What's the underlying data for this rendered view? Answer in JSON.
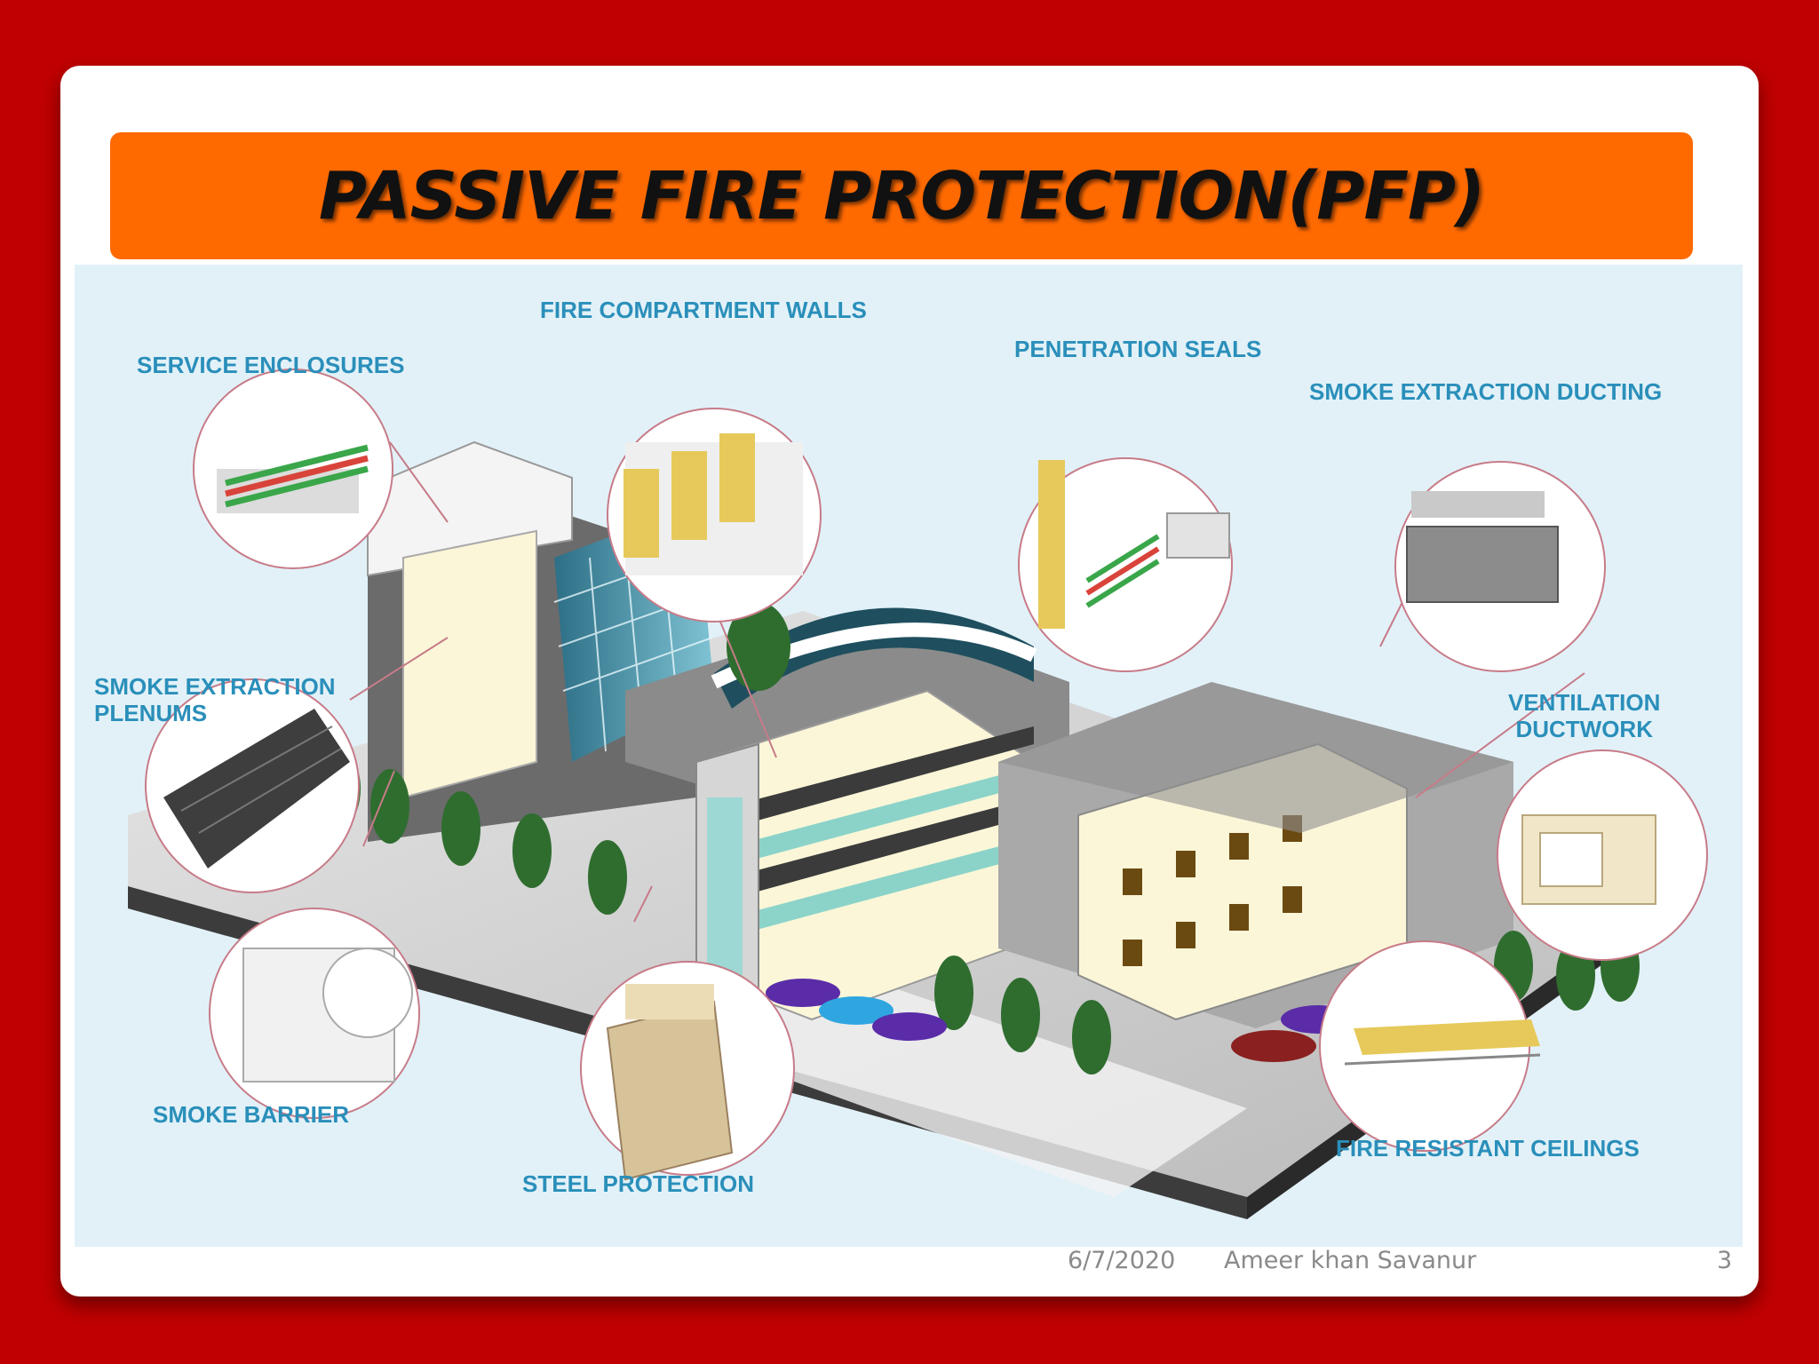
{
  "slide": {
    "title": "PASSIVE FIRE PROTECTION(PFP)",
    "footer": {
      "date": "6/7/2020",
      "author": "Ameer khan Savanur",
      "page_number": "3"
    }
  },
  "labels": {
    "fire_compartment_walls": "FIRE COMPARTMENT WALLS",
    "service_enclosures": "SERVICE ENCLOSURES",
    "penetration_seals": "PENETRATION SEALS",
    "smoke_extraction_ducting": "SMOKE EXTRACTION DUCTING",
    "smoke_extraction_plenums_line1": "SMOKE EXTRACTION",
    "smoke_extraction_plenums_line2": "PLENUMS",
    "ventilation_ductwork_line1": "VENTILATION",
    "ventilation_ductwork_line2": "DUCTWORK",
    "smoke_barrier": "SMOKE BARRIER",
    "steel_protection": "STEEL PROTECTION",
    "fire_resistant_ceilings": "FIRE RESISTANT CEILINGS"
  },
  "colors": {
    "background": "#c00000",
    "banner": "#ff6a00",
    "label": "#2a8fba",
    "diagram_bg": "#e2f1f8"
  }
}
